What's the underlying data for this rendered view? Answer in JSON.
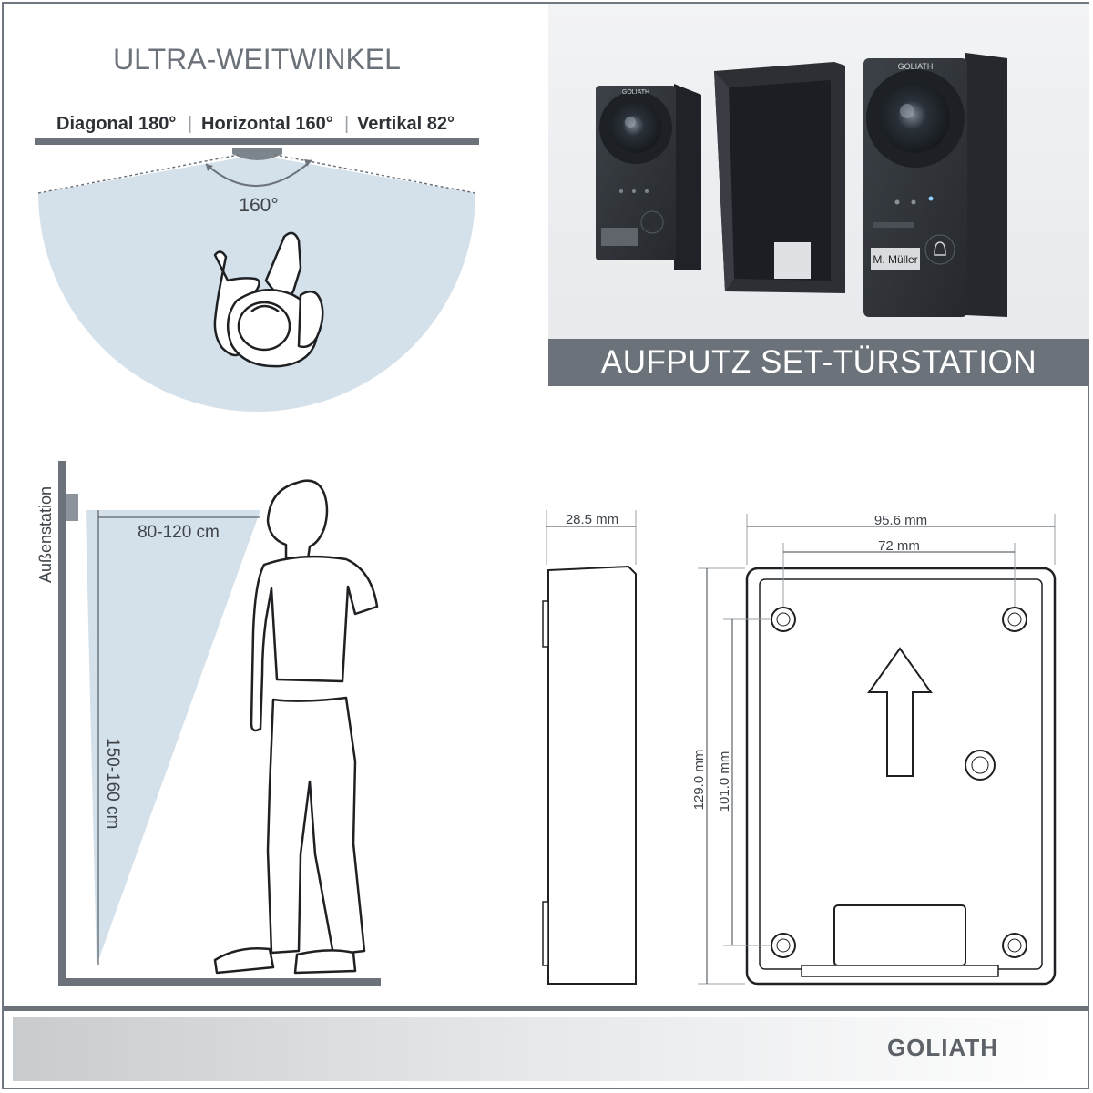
{
  "fov": {
    "title": "ULTRA-WEITWINKEL",
    "diagonal": "Diagonal 180°",
    "sep1": "|",
    "horizontal": "Horizontal 160°",
    "sep2": "|",
    "vertical": "Vertikal 82°",
    "angle_label": "160°"
  },
  "product": {
    "banner": "AUFPUTZ SET-TÜRSTATION",
    "brand_small": "GOLIATH",
    "nameplate": "M. Müller"
  },
  "mounting": {
    "station_label": "Außenstation",
    "distance_label": "80-120 cm",
    "height_label": "150-160 cm"
  },
  "dimensions": {
    "depth": "28.5 mm",
    "width_total": "95.6 mm",
    "width_holes": "72 mm",
    "height_total": "129.0 mm",
    "height_holes": "101.0 mm"
  },
  "footer": {
    "logo": "GOLIATH"
  },
  "colors": {
    "panel_gray": "#6b7279",
    "fov_blue": "#d5e1ea",
    "device_dark": "#2f3338",
    "line_dark": "#1e2023"
  }
}
